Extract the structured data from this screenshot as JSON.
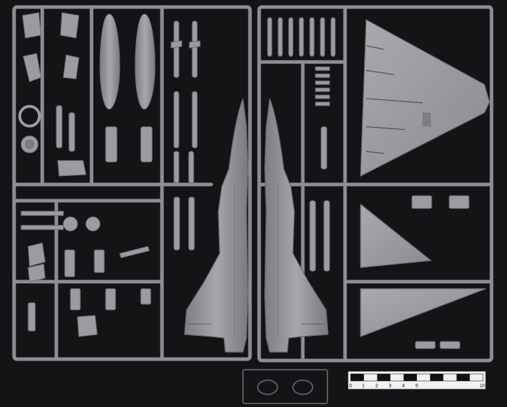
{
  "image": {
    "subject": "model kit sprue",
    "colors": {
      "background": "#141416",
      "plastic": "#9b9c9f",
      "plastic_shadow": "#6d6e72",
      "plastic_highlight": "#b6b7ba",
      "clear_plastic": "#5a5c60",
      "scale_bar_white": "#f2f2f2",
      "scale_bar_black": "#111111"
    }
  },
  "scale_bar": {
    "labels": [
      "0",
      "1",
      "2",
      "3",
      "4",
      "5",
      "10"
    ]
  }
}
